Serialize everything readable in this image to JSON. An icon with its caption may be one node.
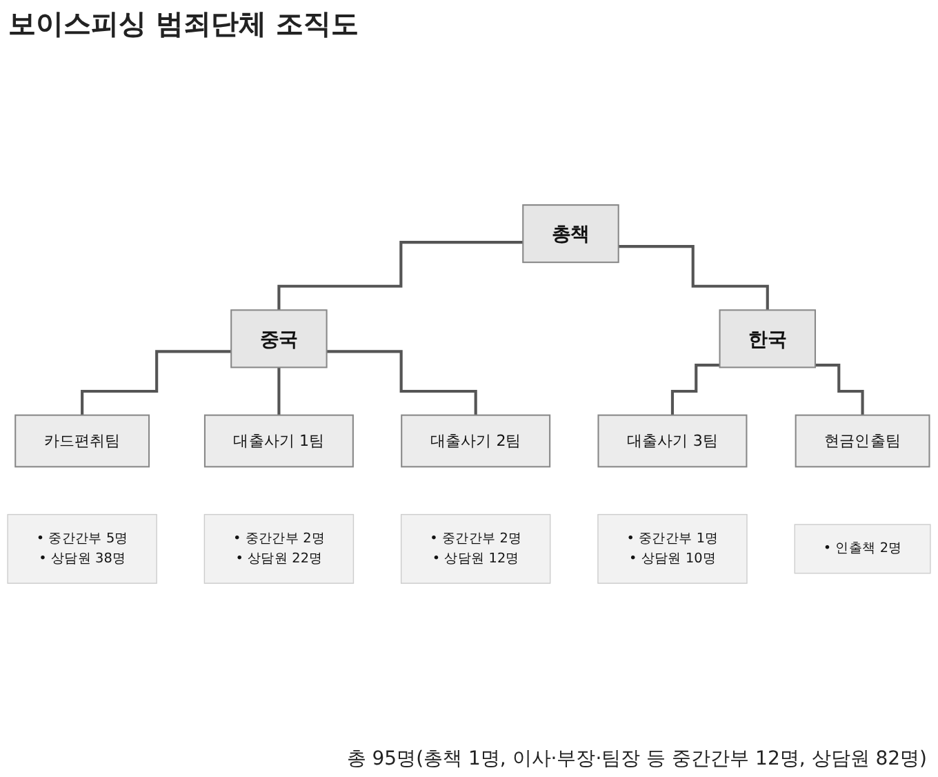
{
  "diagram": {
    "title": "보이스피싱 범죄단체 조직도",
    "nodes": [
      {
        "text": [
          "총책"
        ]
      },
      {
        "text": [
          "중국"
        ]
      },
      {
        "text": [
          "한국"
        ]
      },
      {
        "text": [
          "카드편취팀"
        ]
      },
      {
        "text": [
          "대출사기 1팀"
        ]
      },
      {
        "text": [
          "대출사기 2팀"
        ]
      },
      {
        "text": [
          "대출사기 3팀"
        ]
      },
      {
        "text": [
          "현금인출팀"
        ]
      },
      {
        "text": [
          "• 중간간부 5명",
          "• 상담원 38명"
        ]
      },
      {
        "text": [
          "• 중간간부 2명",
          "• 상담원 22명"
        ]
      },
      {
        "text": [
          "• 중간간부 2명",
          "• 상담원 12명"
        ]
      },
      {
        "text": [
          "• 중간간부 1명",
          "• 상담원 10명"
        ]
      },
      {
        "text": [
          "• 인출책 2명"
        ]
      }
    ],
    "edges": [
      {
        "from": 0,
        "to": 1,
        "arrow": "none"
      },
      {
        "from": 0,
        "to": 2,
        "arrow": "none"
      },
      {
        "from": 1,
        "to": 3,
        "arrow": "none"
      },
      {
        "from": 1,
        "to": 4,
        "arrow": "none"
      },
      {
        "from": 1,
        "to": 5,
        "arrow": "none"
      },
      {
        "from": 2,
        "to": 6,
        "arrow": "none"
      },
      {
        "from": 2,
        "to": 7,
        "arrow": "none"
      }
    ],
    "caption": "총 95명(총책 1명, 이사·부장·팀장 등 중간간부 12명, 상담원 82명)"
  }
}
